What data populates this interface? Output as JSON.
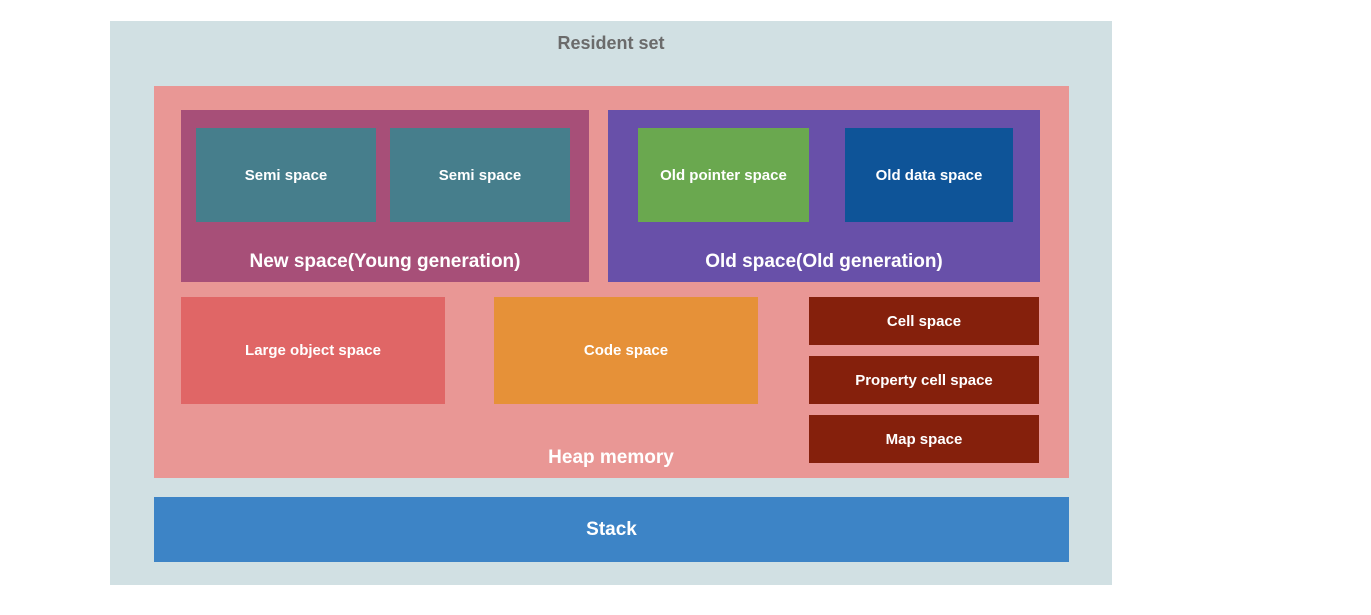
{
  "resident_set": {
    "label": "Resident set"
  },
  "heap": {
    "label": "Heap memory",
    "new_space": {
      "label": "New space(Young generation)",
      "semi_spaces": [
        "Semi space",
        "Semi space"
      ]
    },
    "old_space": {
      "label": "Old space(Old generation)",
      "old_pointer_space": "Old pointer space",
      "old_data_space": "Old data space"
    },
    "large_object_space": "Large object space",
    "code_space": "Code space",
    "cell_space": "Cell space",
    "property_cell_space": "Property cell space",
    "map_space": "Map space"
  },
  "stack": {
    "label": "Stack"
  },
  "colors": {
    "resident_set": "#d1e0e3",
    "heap": "#e99795",
    "new_space": "#a74f78",
    "semi_space": "#467e8c",
    "old_space": "#6850a9",
    "old_pointer_space": "#6aa84f",
    "old_data_space": "#0e5498",
    "large_object_space": "#e06666",
    "code_space": "#e69138",
    "cell_spaces": "#85200c",
    "stack": "#3d84c6"
  }
}
